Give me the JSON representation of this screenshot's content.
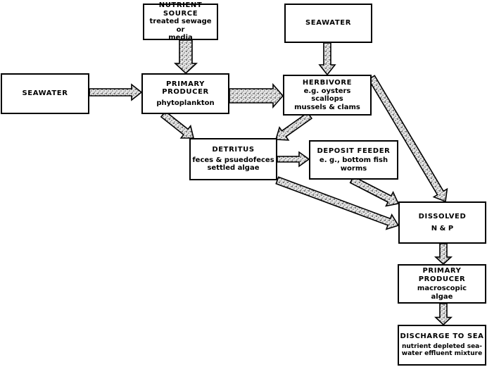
{
  "diagram": {
    "nodes": {
      "nutrient_source": {
        "title": "NUTRIENT SOURCE",
        "lines": [
          "treated sewage",
          "or",
          "media"
        ]
      },
      "seawater_left": {
        "title": "SEAWATER",
        "lines": []
      },
      "seawater_top": {
        "title": "SEAWATER",
        "lines": []
      },
      "primary_producer_phyto": {
        "title": "PRIMARY PRODUCER",
        "lines": [
          "phytoplankton"
        ]
      },
      "herbivore": {
        "title": "HERBIVORE",
        "lines": [
          "e.g. oysters",
          "scallops",
          "mussels & clams"
        ]
      },
      "detritus": {
        "title": "DETRITUS",
        "lines": [
          "feces & psuedofeces",
          "settled algae"
        ]
      },
      "deposit_feeder": {
        "title": "DEPOSIT FEEDER",
        "lines": [
          "e. g., bottom fish",
          "worms"
        ]
      },
      "dissolved": {
        "title": "DISSOLVED",
        "lines": [
          "N & P"
        ]
      },
      "primary_producer_macro": {
        "title": "PRIMARY PRODUCER",
        "lines": [
          "macroscopic",
          "algae"
        ]
      },
      "discharge": {
        "title": "DISCHARGE TO SEA",
        "lines": [
          "nutrient depleted sea-",
          "water effluent mixture"
        ]
      }
    },
    "edges": [
      {
        "from": "nutrient_source",
        "to": "primary_producer_phyto"
      },
      {
        "from": "seawater_left",
        "to": "primary_producer_phyto"
      },
      {
        "from": "seawater_top",
        "to": "herbivore"
      },
      {
        "from": "primary_producer_phyto",
        "to": "herbivore"
      },
      {
        "from": "primary_producer_phyto",
        "to": "detritus"
      },
      {
        "from": "herbivore",
        "to": "detritus"
      },
      {
        "from": "herbivore",
        "to": "dissolved"
      },
      {
        "from": "detritus",
        "to": "deposit_feeder"
      },
      {
        "from": "detritus",
        "to": "dissolved"
      },
      {
        "from": "deposit_feeder",
        "to": "dissolved"
      },
      {
        "from": "dissolved",
        "to": "primary_producer_macro"
      },
      {
        "from": "primary_producer_macro",
        "to": "discharge"
      }
    ]
  }
}
